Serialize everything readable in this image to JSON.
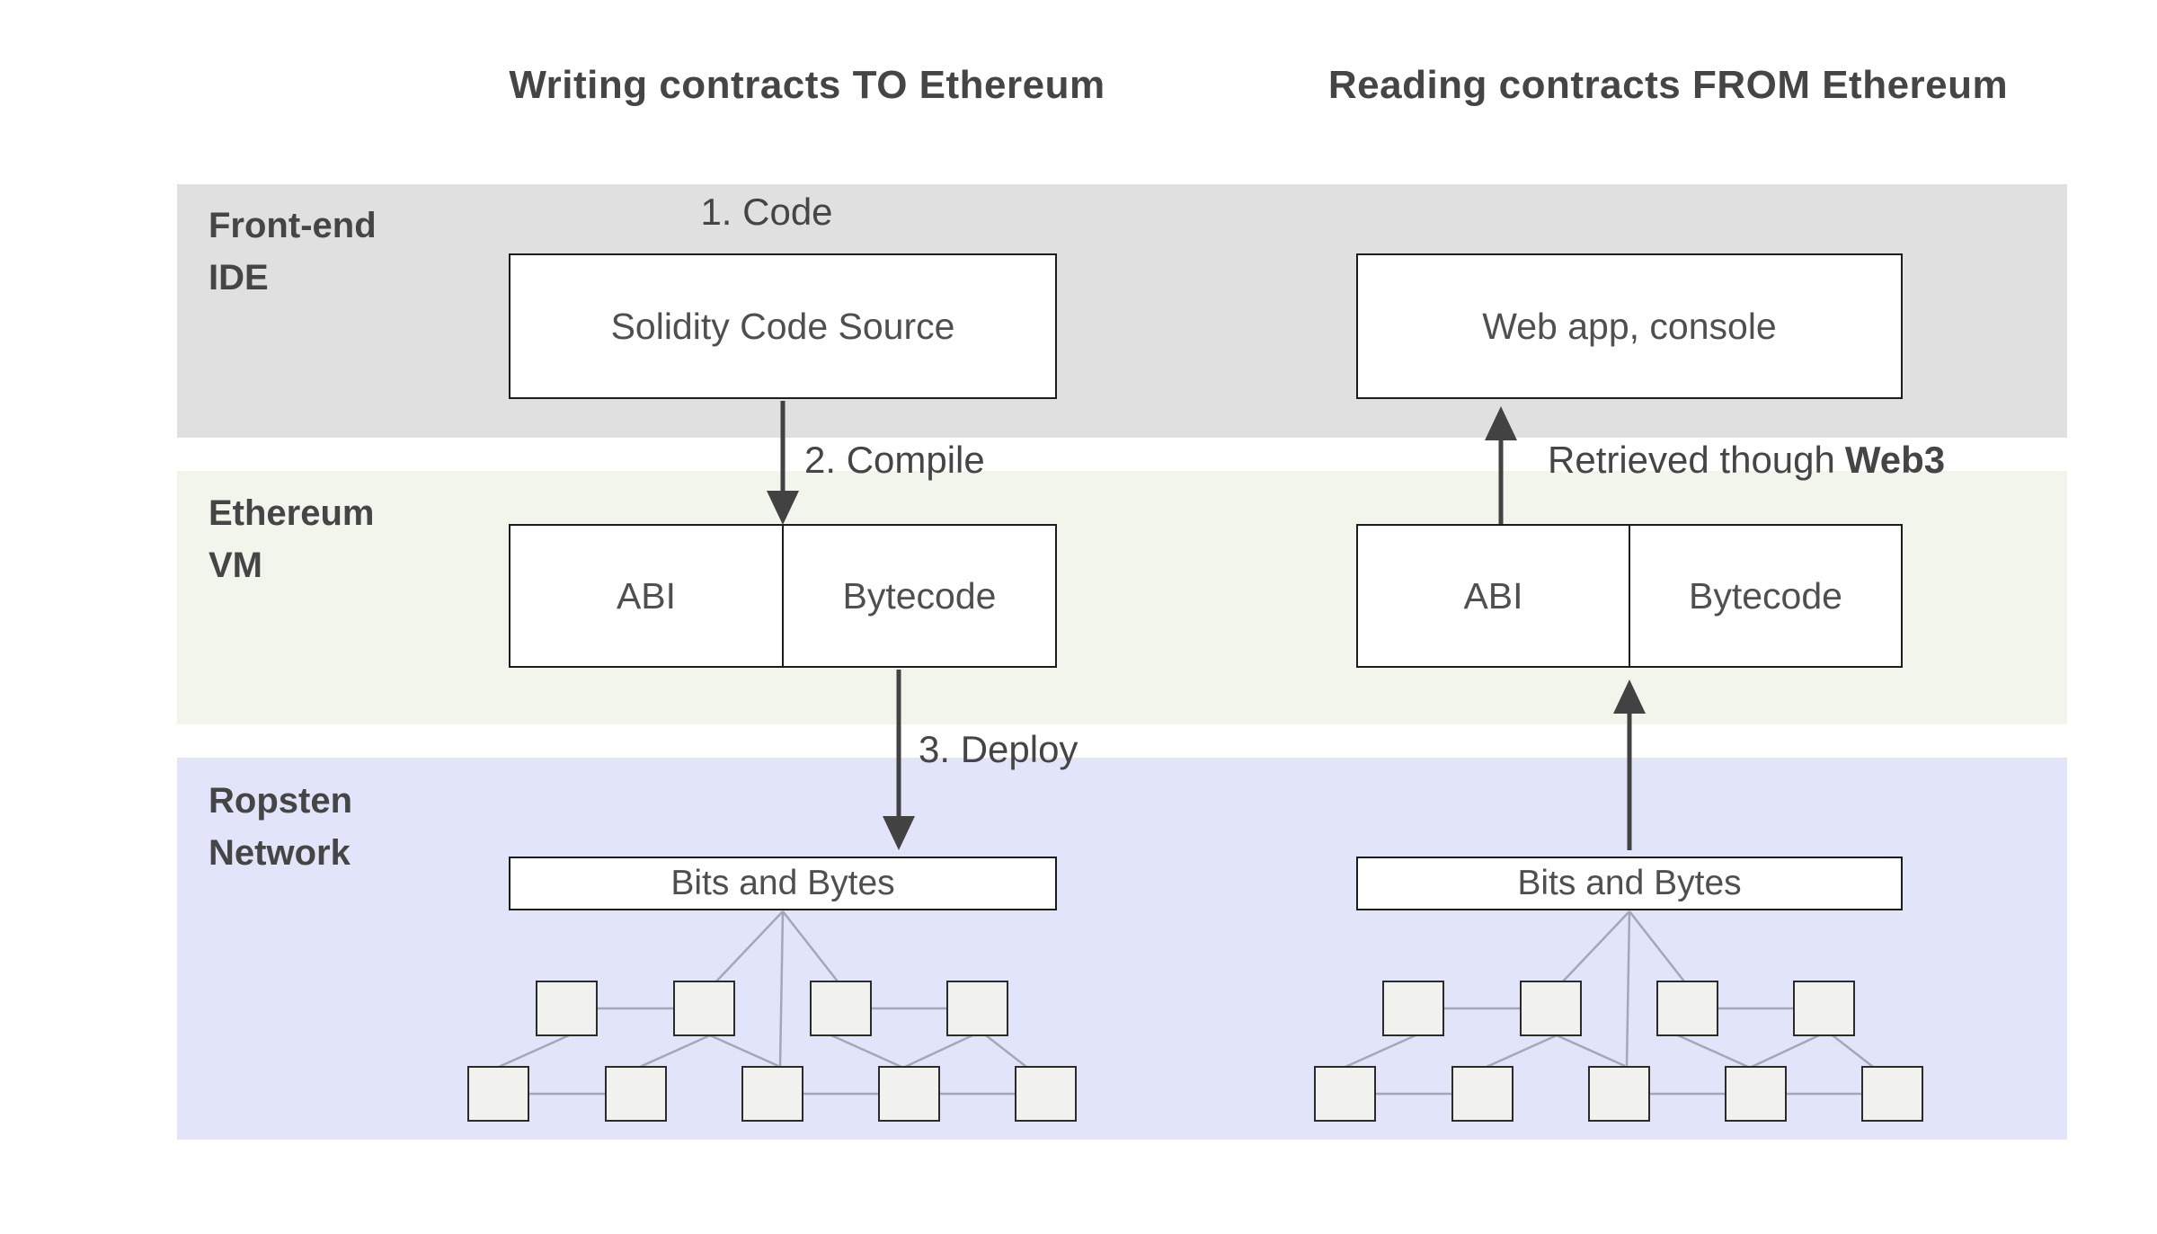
{
  "headers": {
    "left": "Writing contracts TO Ethereum",
    "right": "Reading contracts FROM Ethereum"
  },
  "row_labels": {
    "frontend": {
      "line1": "Front-end",
      "line2": "IDE"
    },
    "evm": {
      "line1": "Ethereum",
      "line2": "VM"
    },
    "ropsten": {
      "line1": "Ropsten",
      "line2": "Network"
    }
  },
  "write_flow": {
    "step1_label": "1. Code",
    "source_box": "Solidity Code Source",
    "step2_label": "2. Compile",
    "abi_label": "ABI",
    "bytecode_label": "Bytecode",
    "step3_label": "3. Deploy",
    "bits_box": "Bits and Bytes"
  },
  "read_flow": {
    "app_box": "Web app, console",
    "retrieved_label_regular": "Retrieved though",
    "retrieved_label_bold": "Web3",
    "abi_label": "ABI",
    "bytecode_label": "Bytecode",
    "bits_box": "Bits and Bytes"
  },
  "colors": {
    "band_frontend": "#e0e0e0",
    "band_evm": "#f2f5ec",
    "band_ropsten": "#e2e5f9",
    "box_border": "#1c1c1c",
    "arrow": "#424242",
    "text_primary": "#454545",
    "box_text": "#4f4f4f",
    "network_node_fill": "#f1f1ee",
    "network_line": "#a3a7b8"
  }
}
